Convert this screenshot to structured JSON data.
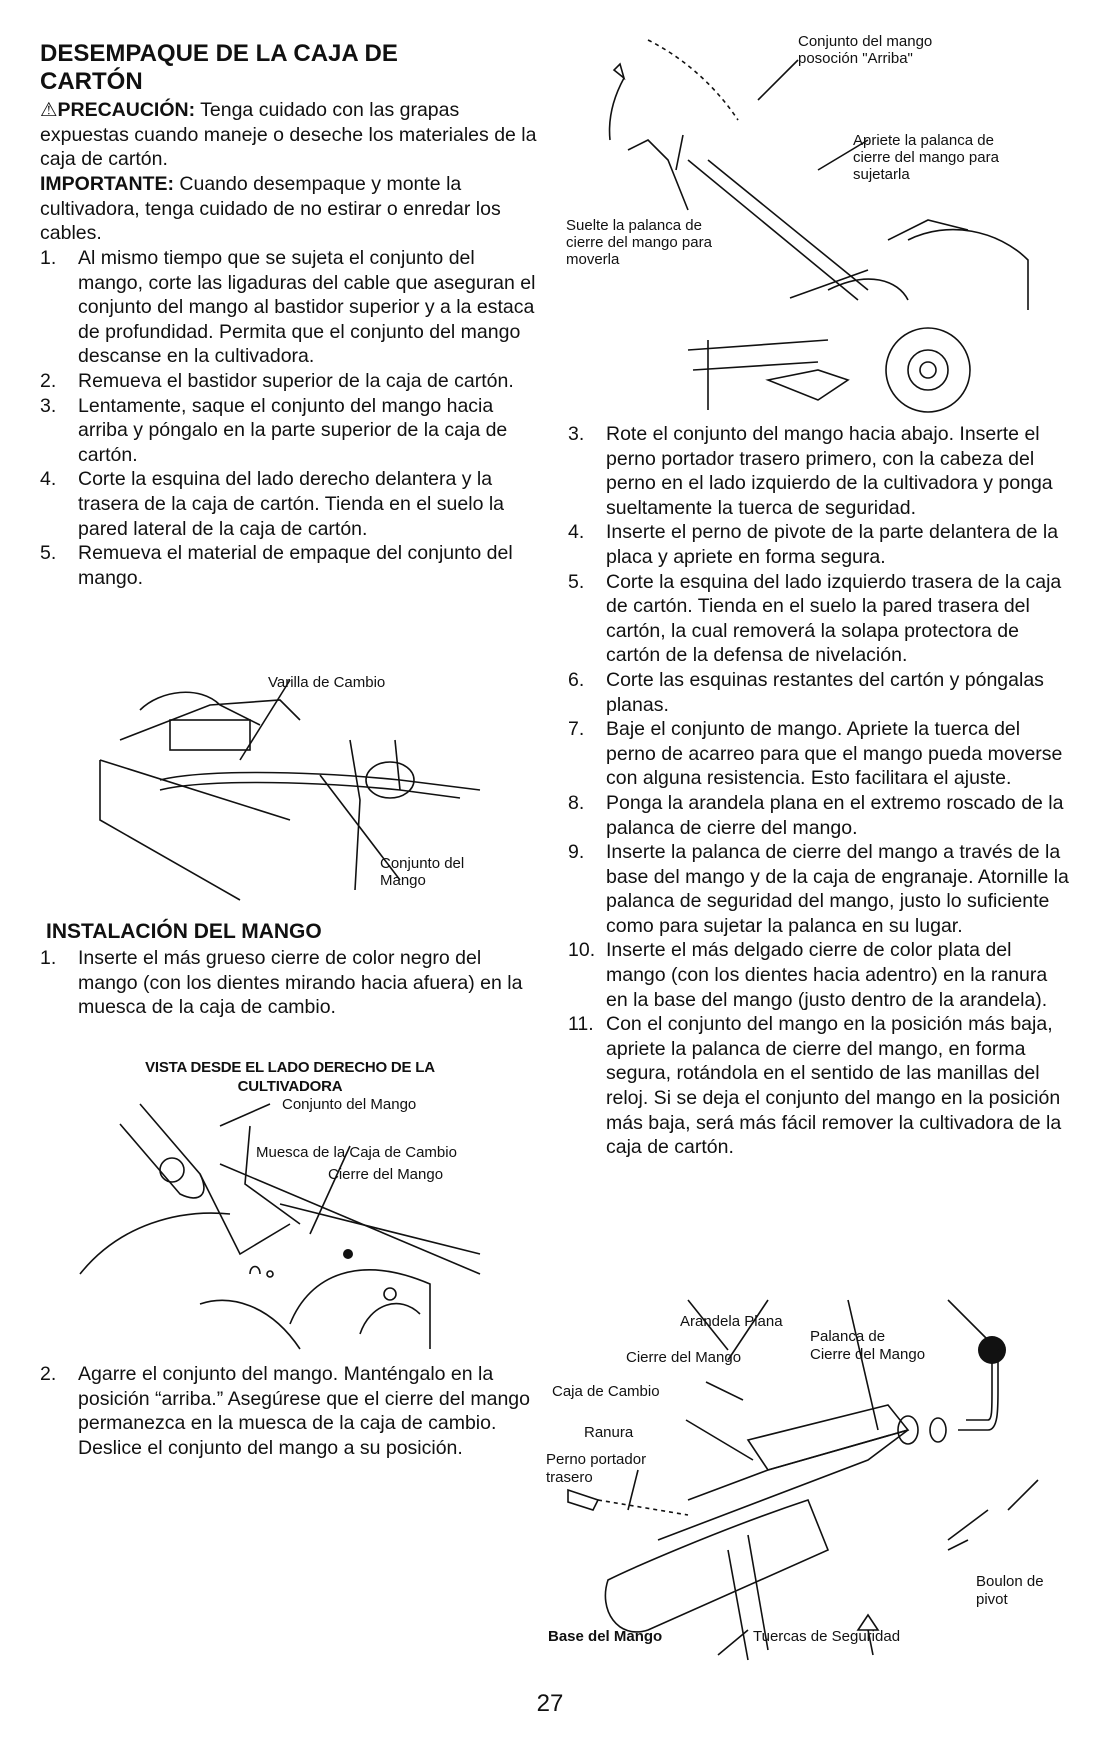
{
  "left": {
    "title_line1": "DESEMPAQUE DE LA CAJA DE",
    "title_line2": "CARTÓN",
    "caution_label": "PRECAUCIÓN:",
    "caution_text": " Tenga cuidado con las grapas expuestas cuando maneje o deseche los materiales de la caja de cartón.",
    "important_label": "IMPORTANTE:",
    "important_text": " Cuando desempaque y monte la cultivadora, tenga cuidado de no estirar o enredar los cables.",
    "unpack_steps": [
      {
        "num": "1.",
        "text": "Al mismo tiempo que se sujeta el conjunto del mango, corte las ligaduras del cable que aseguran el conjunto del mango al bastidor superior y a la estaca de profundidad. Permita que el conjunto del mango descanse en la cultivadora."
      },
      {
        "num": "2.",
        "text": "Remueva el bastidor superior de la caja de cartón."
      },
      {
        "num": "3.",
        "text": "Lentamente, saque el conjunto del mango hacia arriba y póngalo en la parte superior de la caja de cartón."
      },
      {
        "num": "4.",
        "text": "Corte la esquina del lado derecho delantera y la trasera de la caja de cartón. Tienda en el suelo la pared lateral de la caja de cartón."
      },
      {
        "num": "5.",
        "text": "Remueva el material de empaque del conjunto del mango."
      }
    ],
    "fig1": {
      "label_shift_rod": "Varilla de Cambio",
      "label_handle_line1": "Conjunto del",
      "label_handle_line2": "Mango"
    },
    "install_title": "INSTALACIÓN DEL MANGO",
    "install_steps": [
      {
        "num": "1.",
        "text": "Inserte el más grueso cierre de color negro del mango (con los dientes mirando hacia afuera) en la muesca de la caja de cambio."
      },
      {
        "num": "2.",
        "text": "Agarre el conjunto del mango. Manténgalo en la posición “arriba.” Asegúrese que el cierre del mango permanezca en la muesca de la caja de cambio. Deslice el conjunto del mango a su posición."
      }
    ],
    "fig2": {
      "caption_line1": "VISTA DESDE EL LADO DERECHO DE LA",
      "caption_line2": "CULTIVADORA",
      "label_handle": "Conjunto del Mango",
      "label_notch": "Muesca de la Caja de Cambio",
      "label_lock": "Cierre del Mango"
    }
  },
  "right": {
    "fig3": {
      "label_up_line1": "Conjunto del mango",
      "label_up_line2": "posoción \"Arriba\"",
      "label_tighten_line1": "Apriete la palanca de",
      "label_tighten_line2": "cierre del mango para",
      "label_tighten_line3": "sujetarla",
      "label_release_line1": "Suelte la palanca de",
      "label_release_line2": "cierre del mango para",
      "label_release_line3": "moverla"
    },
    "steps": [
      {
        "num": "3.",
        "text": "Rote el conjunto del mango hacia abajo. Inserte el perno portador trasero primero, con la cabeza del perno en el lado izquierdo de la cultivadora y ponga sueltamente la tuerca de seguridad."
      },
      {
        "num": "4.",
        "text": "Inserte el perno de pivote de la parte delantera de la placa y apriete en forma segura."
      },
      {
        "num": "5.",
        "text": "Corte la esquina del lado izquierdo trasera de la caja de cartón. Tienda en el suelo la pared trasera del cartón, la cual removerá la solapa protectora de cartón de la defensa de nivelación."
      },
      {
        "num": "6.",
        "text": "Corte las esquinas restantes del cartón y póngalas planas."
      },
      {
        "num": "7.",
        "text": "Baje el conjunto de mango. Apriete la tuerca del perno de acarreo para que el mango pueda moverse con alguna resistencia. Esto facilitara el ajuste."
      },
      {
        "num": "8.",
        "text": "Ponga la arandela plana en el extremo roscado de la palanca de cierre del mango."
      },
      {
        "num": "9.",
        "text": "Inserte la palanca de cierre del mango a través de la base del mango y de la caja de engranaje. Atornille la palanca de seguridad del mango, justo lo suficiente como para sujetar la palanca en su lugar."
      },
      {
        "num": "10.",
        "text": "Inserte el más delgado cierre de color plata del mango (con los dientes hacia adentro) en la ranura en la base del mango (justo dentro de la arandela)."
      },
      {
        "num": "11.",
        "text": "Con el conjunto del mango en la posición más baja, apriete la palanca de cierre del mango, en forma segura, rotándola en el sentido de las manillas del reloj. Si se deja el conjunto del mango en la posición más baja, será más fácil remover la cultivadora de la caja de cartón."
      }
    ],
    "fig4": {
      "label_washer": "Arandela Plana",
      "label_lever_line1": "Palanca de",
      "label_lever_line2": "Cierre del Mango",
      "label_lock": "Cierre del Mango",
      "label_gearbox": "Caja de Cambio",
      "label_slot": "Ranura",
      "label_bolt_line1": "Perno portador",
      "label_bolt_line2": "trasero",
      "label_pivot_line1": "Boulon de",
      "label_pivot_line2": "pivot",
      "label_base": "Base del Mango",
      "label_nuts": "Tuercas de Seguridad"
    }
  },
  "page_number": "27"
}
